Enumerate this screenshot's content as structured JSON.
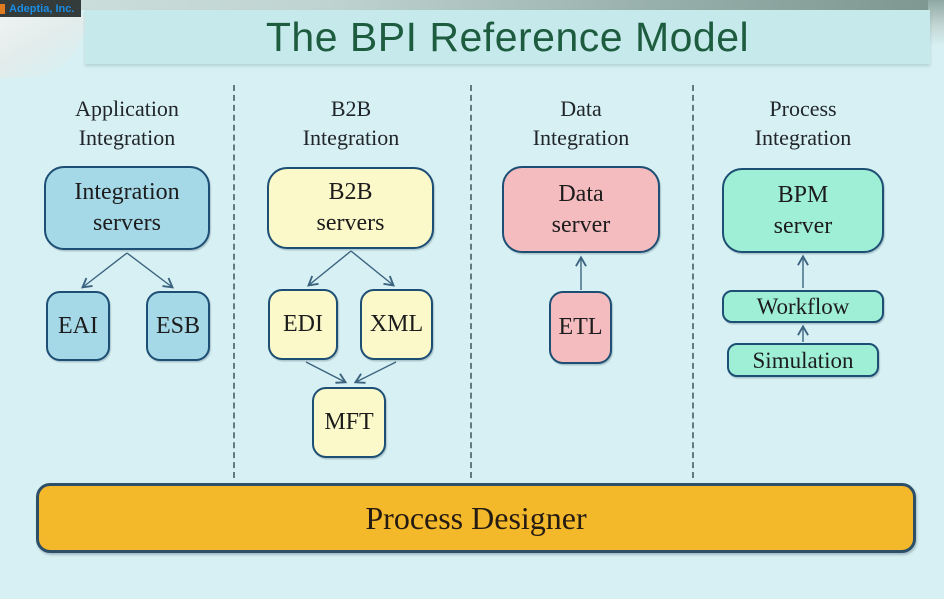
{
  "watermark": "Adeptia, Inc.",
  "title": "The BPI Reference Model",
  "footer_bar": "Process Designer",
  "columns": [
    {
      "header_line1": "Application",
      "header_line2": "Integration",
      "main_box": {
        "line1": "Integration",
        "line2": "servers"
      },
      "boxes": {
        "child1": "EAI",
        "child2": "ESB"
      }
    },
    {
      "header_line1": "B2B",
      "header_line2": "Integration",
      "main_box": {
        "line1": "B2B",
        "line2": "servers"
      },
      "boxes": {
        "child1": "EDI",
        "child2": "XML",
        "grandchild": "MFT"
      }
    },
    {
      "header_line1": "Data",
      "header_line2": "Integration",
      "main_box": {
        "line1": "Data",
        "line2": "server"
      },
      "boxes": {
        "child1": "ETL"
      }
    },
    {
      "header_line1": "Process",
      "header_line2": "Integration",
      "main_box": {
        "line1": "BPM",
        "line2": "server"
      },
      "boxes": {
        "child1": "Workflow",
        "child2": "Simulation"
      }
    }
  ],
  "edges": [
    {
      "from": "Integration servers",
      "to": "EAI"
    },
    {
      "from": "Integration servers",
      "to": "ESB"
    },
    {
      "from": "B2B servers",
      "to": "EDI"
    },
    {
      "from": "B2B servers",
      "to": "XML"
    },
    {
      "from": "EDI",
      "to": "MFT"
    },
    {
      "from": "XML",
      "to": "MFT"
    },
    {
      "from": "ETL",
      "to": "Data server"
    },
    {
      "from": "Workflow",
      "to": "BPM server"
    },
    {
      "from": "Simulation",
      "to": "Workflow"
    }
  ],
  "colors": {
    "background": "#d7f0f3",
    "title_band": "#c6eaeb",
    "title_text": "#1e5c40",
    "box_border": "#1d4e74",
    "application_fill": "#a6d9e8",
    "b2b_fill": "#fbf8c9",
    "data_fill": "#f5bcc0",
    "process_fill": "#9fefd6",
    "footer_fill": "#f4b82b",
    "footer_border": "#2d5068",
    "arrow": "#3c6480",
    "watermark_bg": "#343b3b",
    "watermark_text_color": "#1b8de4"
  }
}
